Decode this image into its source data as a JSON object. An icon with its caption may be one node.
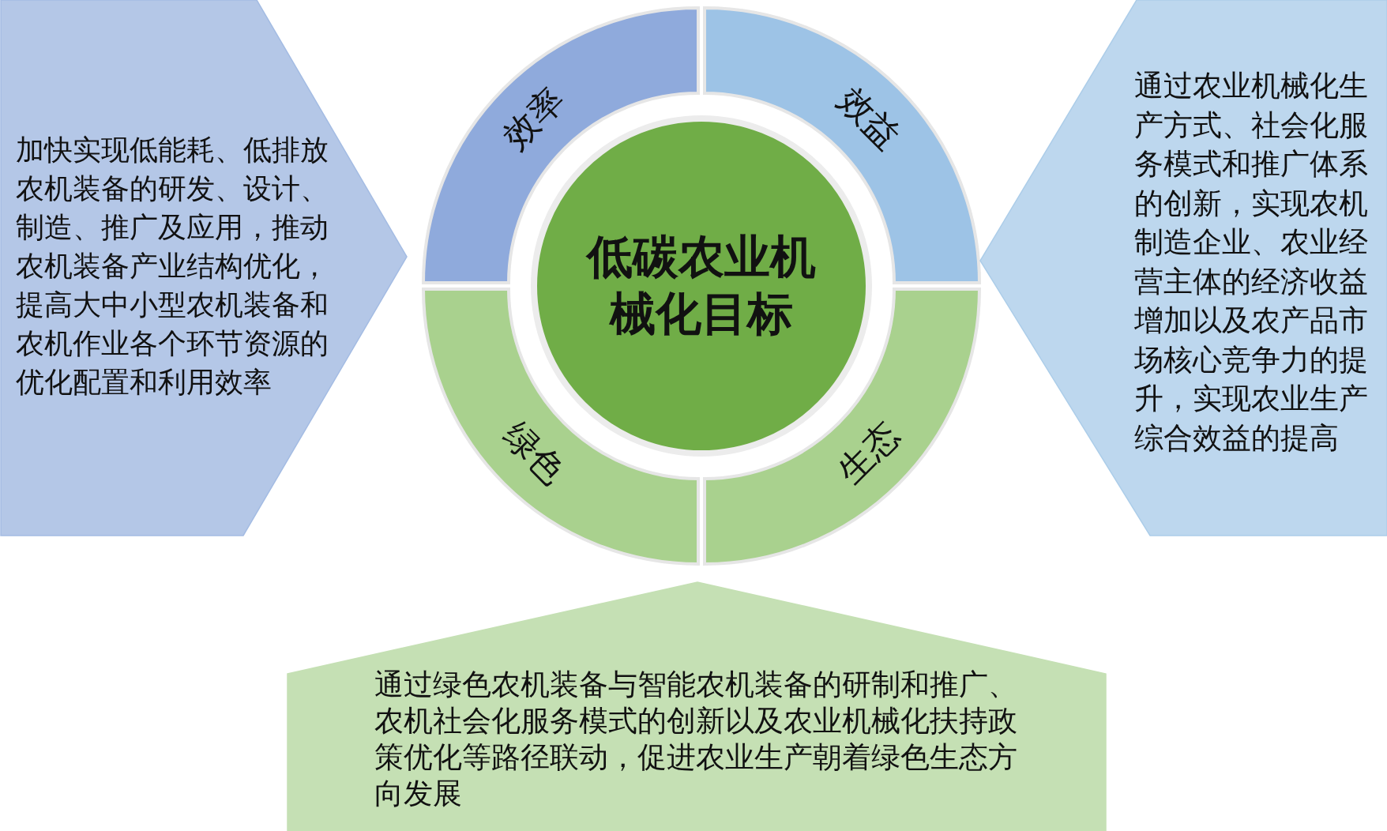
{
  "diagram": {
    "nodes": [
      {
        "text": [
          "加快实现低能耗、低排放农机装备的研发、设计、制造、推广及应用，推动农机装备产业结构优化，提高大中小型农机装备和农机作业各个环节资源的优化配置和利用效率"
        ]
      },
      {
        "text": [
          "效率"
        ]
      },
      {
        "text": [
          "效益"
        ]
      },
      {
        "text": [
          "低碳农业机械化目标"
        ]
      },
      {
        "text": [
          "通过农业机械化生产方式、社会化服务模式和推广体系的创新，实现农机制造企业、农业经营主体的经济收益增加以及农产品市场核心竞争力的提升，实现农业生产综合效益的提高"
        ]
      },
      {
        "text": [
          "绿色"
        ]
      },
      {
        "text": [
          "生态"
        ]
      },
      {
        "text": [
          "通过绿色农机装备与智能农机装备的研制和推广、农机社会化服务模式的创新以及农业机械化扶持政策优化等路径联动，促进农业生产朝着绿色生态方向发展"
        ]
      }
    ]
  }
}
